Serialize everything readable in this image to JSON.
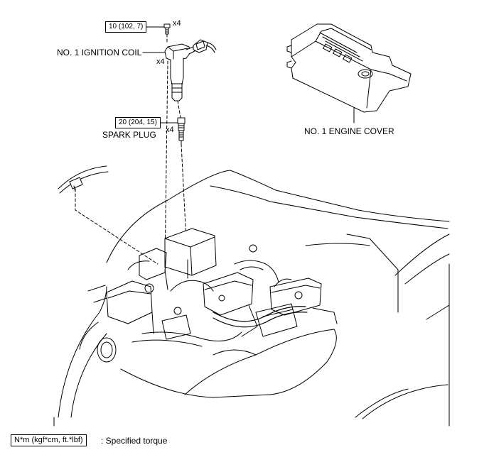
{
  "parts": {
    "ignition_coil": {
      "label": "NO. 1 IGNITION COIL",
      "quantity": "x4"
    },
    "bolt": {
      "torque": "10 (102, 7)",
      "quantity": "x4"
    },
    "spark_plug": {
      "label": "SPARK PLUG",
      "torque": "20 (204, 15)",
      "quantity": "x4"
    },
    "engine_cover": {
      "label": "NO. 1 ENGINE COVER"
    }
  },
  "legend": {
    "symbol_text": "N*m (kgf*cm, ft.*lbf)",
    "description": ": Specified torque"
  }
}
